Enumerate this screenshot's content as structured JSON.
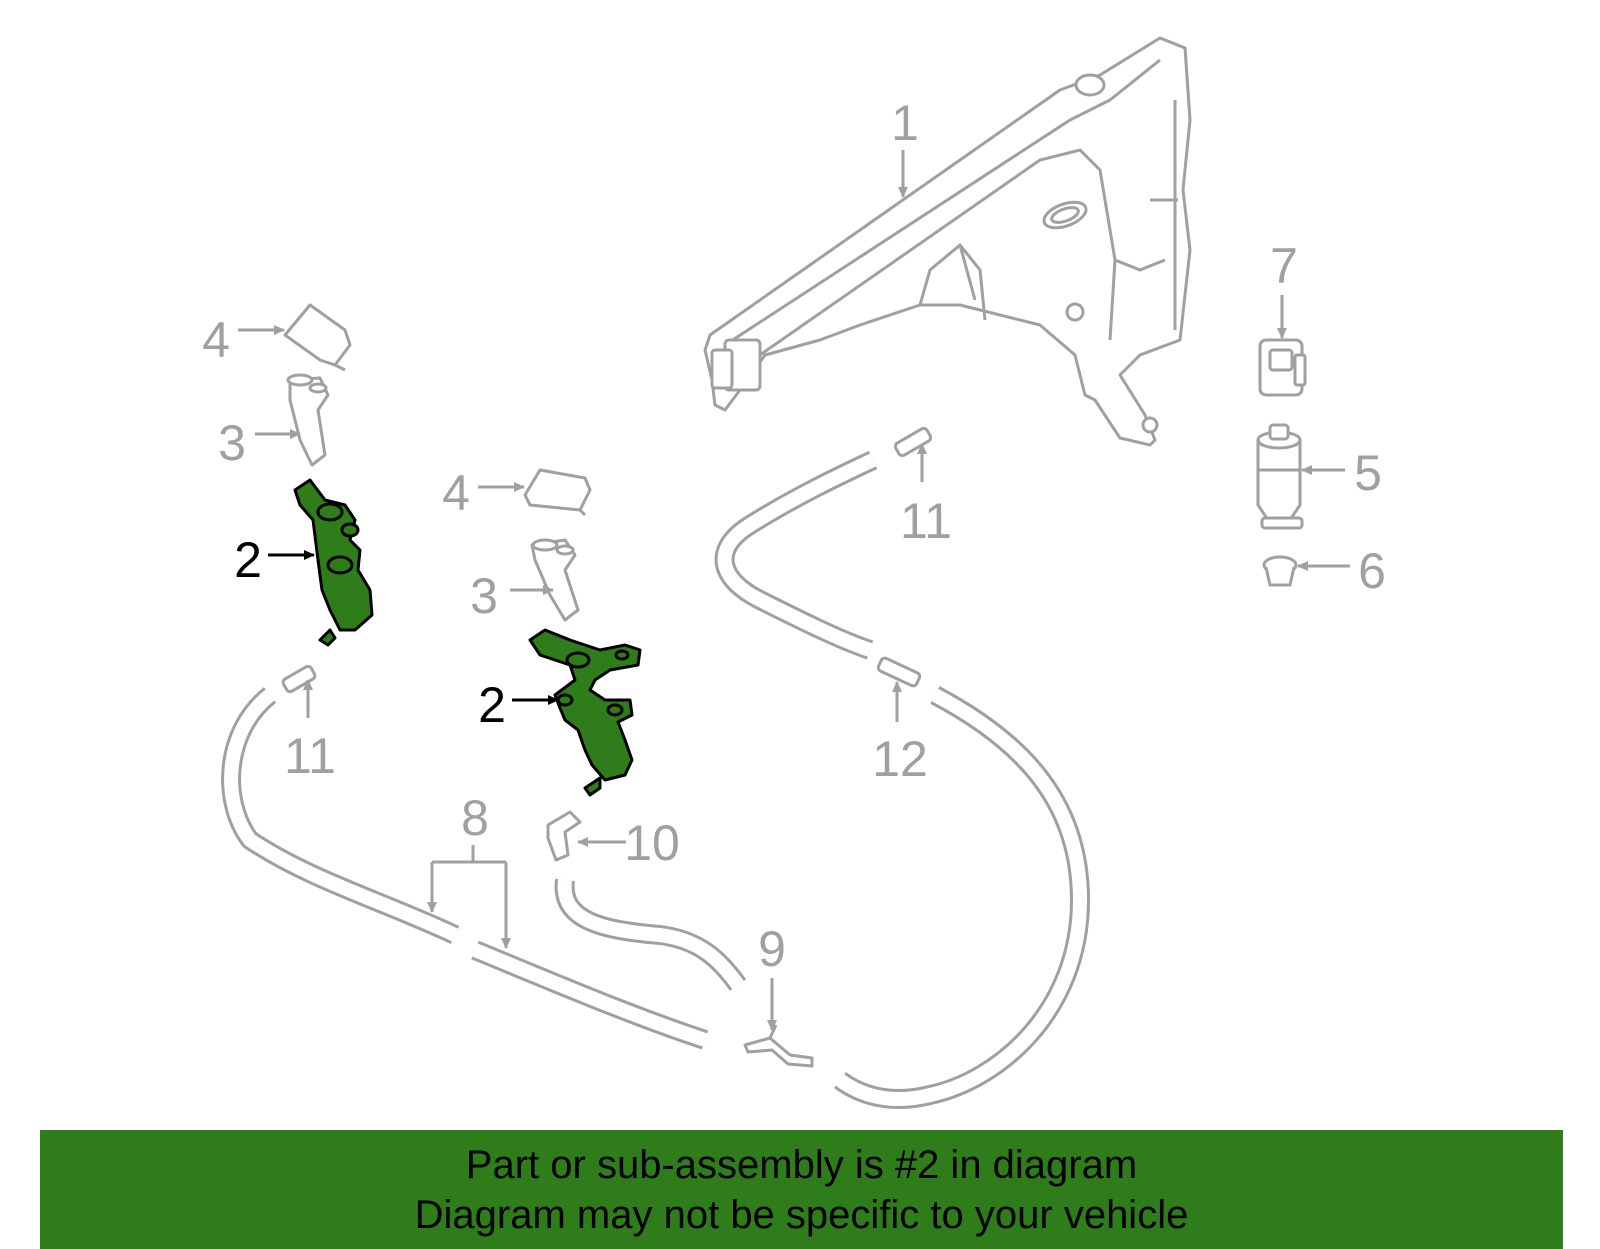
{
  "callouts": {
    "c1": "1",
    "c2a": "2",
    "c2b": "2",
    "c3a": "3",
    "c3b": "3",
    "c4a": "4",
    "c4b": "4",
    "c5": "5",
    "c6": "6",
    "c7": "7",
    "c8": "8",
    "c9": "9",
    "c10": "10",
    "c11a": "11",
    "c11b": "11",
    "c12": "12"
  },
  "banner": {
    "line1": "Part or sub-assembly is #2 in diagram",
    "line2": "Diagram may not be specific to your vehicle"
  },
  "colors": {
    "highlight": "#2e7d1a",
    "line_gray": "#a0a0a0",
    "banner_bg": "#2e7d1a"
  }
}
